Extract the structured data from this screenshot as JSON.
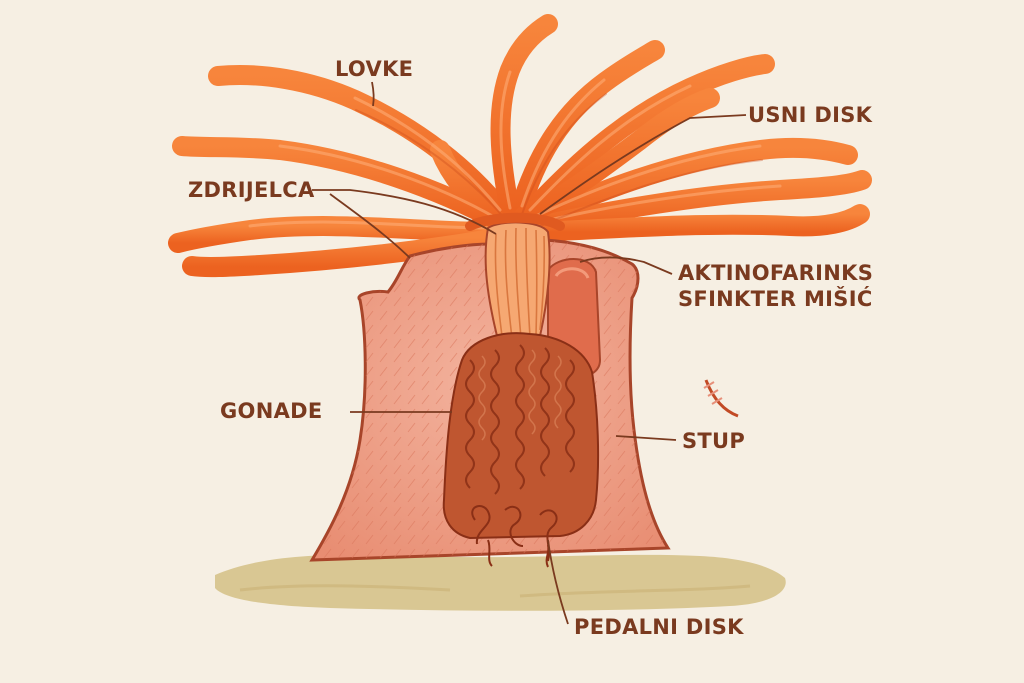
{
  "diagram": {
    "labels": {
      "lovke": "LOVKE",
      "usni_disk": "USNI DISK",
      "zdrijelca": "ZDRIJELCA",
      "aktinofarinks": "AKTINOFARINKS",
      "sfinkter": "SFINKTER MIŠIĆ",
      "gonade": "GONADE",
      "stup": "STUP",
      "pedalni_disk": "PEDALNI DISK"
    },
    "colors": {
      "background": "#f6efe3",
      "label_text": "#7a3a1f",
      "tentacle": "#f06e2a",
      "column": "#ec9a82",
      "column_outline": "#a8452a",
      "gonad": "#b84a22",
      "substrate": "#d7c48e"
    }
  }
}
